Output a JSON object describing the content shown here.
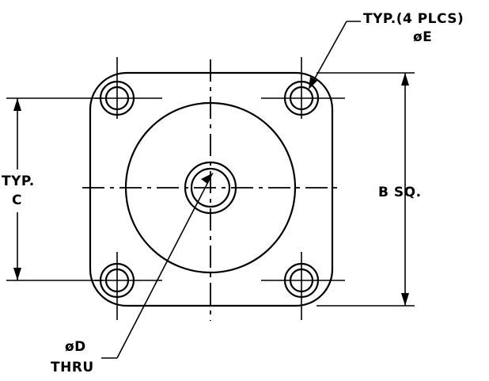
{
  "labels": {
    "typ_4_plcs": "TYP.(4 PLCS)",
    "dia_e": "øE",
    "typ": "TYP.",
    "c": "C",
    "b_sq": "B SQ.",
    "dia_d": "øD",
    "thru": "THRU"
  }
}
